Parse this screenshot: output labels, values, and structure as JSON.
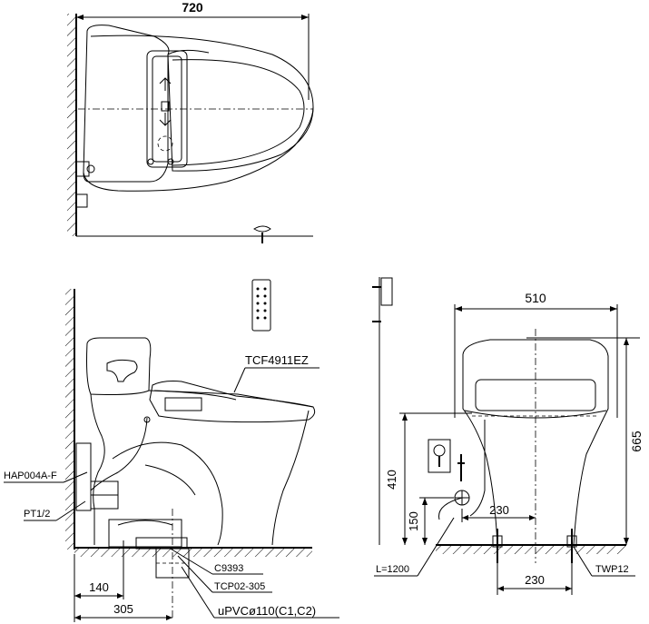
{
  "top_view": {
    "width_dim": "720"
  },
  "side_view": {
    "seat_model": "TCF4911EZ",
    "hose_label": "HAP004A-F",
    "valve_label": "PT1/2",
    "flange_label": "C9393",
    "adapter_label": "TCP02-305",
    "pipe_label": "uPVCø110(C1,C2)",
    "dim_140": "140",
    "dim_305": "305"
  },
  "front_view": {
    "width_dim": "510",
    "height_dim": "665",
    "dim_410": "410",
    "dim_150": "150",
    "dim_230_upper": "230",
    "dim_230_lower": "230",
    "length_label": "L=1200",
    "bolt_label": "TWP12"
  }
}
